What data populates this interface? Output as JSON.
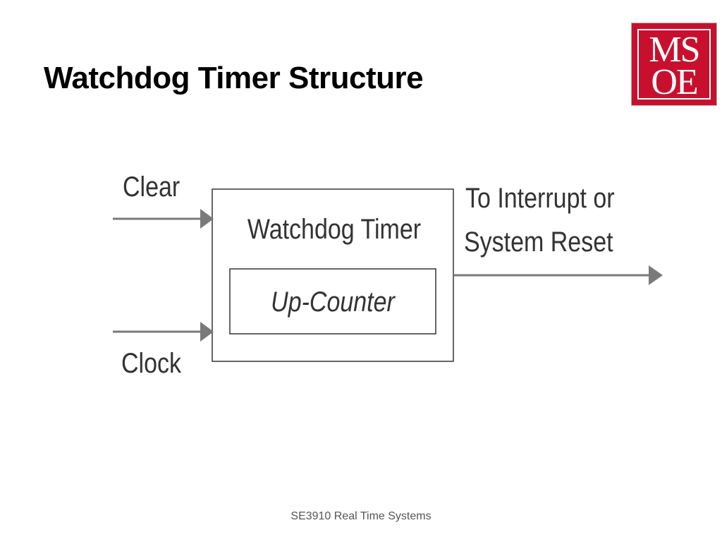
{
  "slide": {
    "title": "Watchdog Timer Structure",
    "footer": "SE3910 Real Time Systems"
  },
  "logo": {
    "line1": "MS",
    "line2": "OE",
    "color": "#c8102e"
  },
  "diagram": {
    "inputs": {
      "clear": "Clear",
      "clock": "Clock"
    },
    "outer_block": "Watchdog Timer",
    "inner_block": "Up-Counter",
    "output": {
      "line1": "To Interrupt or",
      "line2": "System Reset"
    },
    "line_color": "#7a7a7a"
  }
}
